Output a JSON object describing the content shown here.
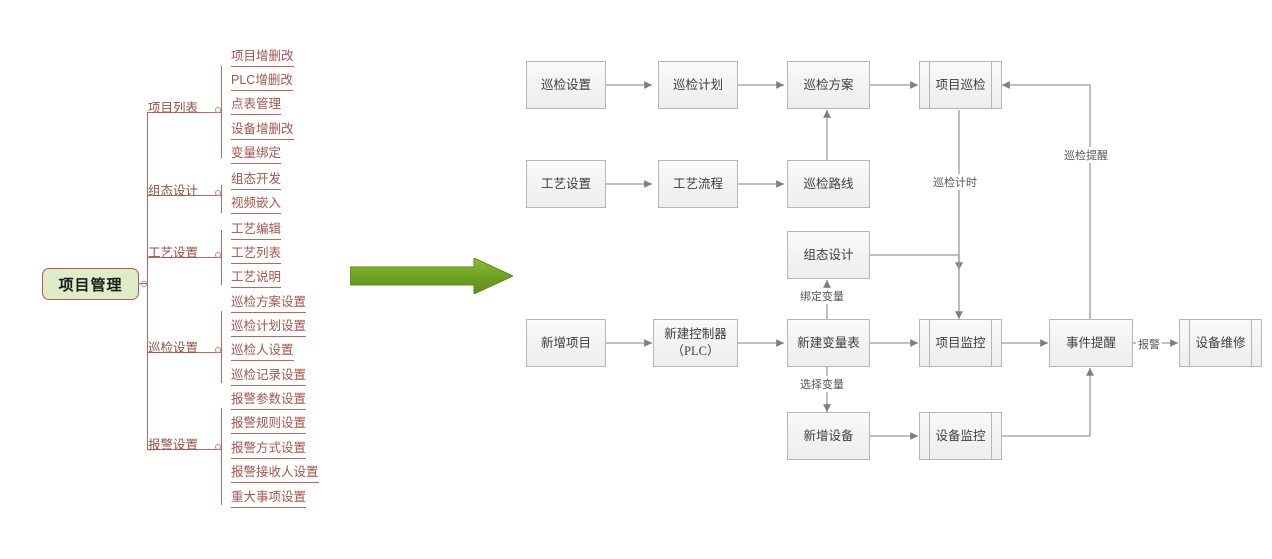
{
  "mindmap": {
    "root": {
      "label": "项目管理"
    },
    "branches": [
      {
        "label": "项目列表",
        "children": [
          "项目增删改",
          "PLC增删改",
          "点表管理",
          "设备增删改",
          "变量绑定"
        ]
      },
      {
        "label": "组态设计",
        "children": [
          "组态开发",
          "视频嵌入"
        ]
      },
      {
        "label": "工艺设置",
        "children": [
          "工艺编辑",
          "工艺列表",
          "工艺说明"
        ]
      },
      {
        "label": "巡检设置",
        "children": [
          "巡检方案设置",
          "巡检计划设置",
          "巡检人设置",
          "巡检记录设置"
        ]
      },
      {
        "label": "报警设置",
        "children": [
          "报警参数设置",
          "报警规则设置",
          "报警方式设置",
          "报警接收人设置",
          "重大事项设置"
        ]
      }
    ],
    "leaves": {
      "l0": "项目增删改",
      "l1": "PLC增删改",
      "l2": "点表管理",
      "l3": "设备增删改",
      "l4": "变量绑定",
      "l5": "组态开发",
      "l6": "视频嵌入",
      "l7": "工艺编辑",
      "l8": "工艺列表",
      "l9": "工艺说明",
      "l10": "巡检方案设置",
      "l11": "巡检计划设置",
      "l12": "巡检人设置",
      "l13": "巡检记录设置",
      "l14": "报警参数设置",
      "l15": "报警规则设置",
      "l16": "报警方式设置",
      "l17": "报警接收人设置",
      "l18": "重大事项设置"
    },
    "branch_labels": {
      "b0": "项目列表",
      "b1": "组态设计",
      "b2": "工艺设置",
      "b3": "巡检设置",
      "b4": "报警设置"
    },
    "colors": {
      "node_border": "#b15b52",
      "node_fill": "#dcedc8",
      "line": "#b9695c",
      "text": "#a8544a"
    }
  },
  "transition": {
    "icon": "green-right-arrow",
    "color": "#76a42c"
  },
  "flowchart": {
    "nodes": {
      "n_xjsz": "巡检设置",
      "n_xjjh": "巡检计划",
      "n_xjfa": "巡检方案",
      "n_xmxj": "项目巡检",
      "n_gysz": "工艺设置",
      "n_gylc": "工艺流程",
      "n_xjlx": "巡检路线",
      "n_ztsj": "组态设计",
      "n_xzxm": "新增项目",
      "n_xjkzq": "新建控制器\n（PLC）",
      "n_xjblb": "新建变量表",
      "n_xmjk": "项目监控",
      "n_sjtx": "事件提醒",
      "n_sbwx": "设备维修",
      "n_xzsb": "新增设备",
      "n_sbjk": "设备监控"
    },
    "node_line1": {
      "n_xjkzq": "新建控制器"
    },
    "node_line2": {
      "n_xjkzq": "（PLC）"
    },
    "edge_labels": {
      "e_xjjs": "巡检计时",
      "e_xjtx": "巡检提醒",
      "e_bdbl": "绑定变量",
      "e_xzbl": "选择变量",
      "e_bj": "报警"
    },
    "colors": {
      "node_border": "#b6b6b6",
      "node_fill": "#f2f2f2",
      "edge": "#9a9a9a",
      "text": "#3d3d3d"
    }
  }
}
